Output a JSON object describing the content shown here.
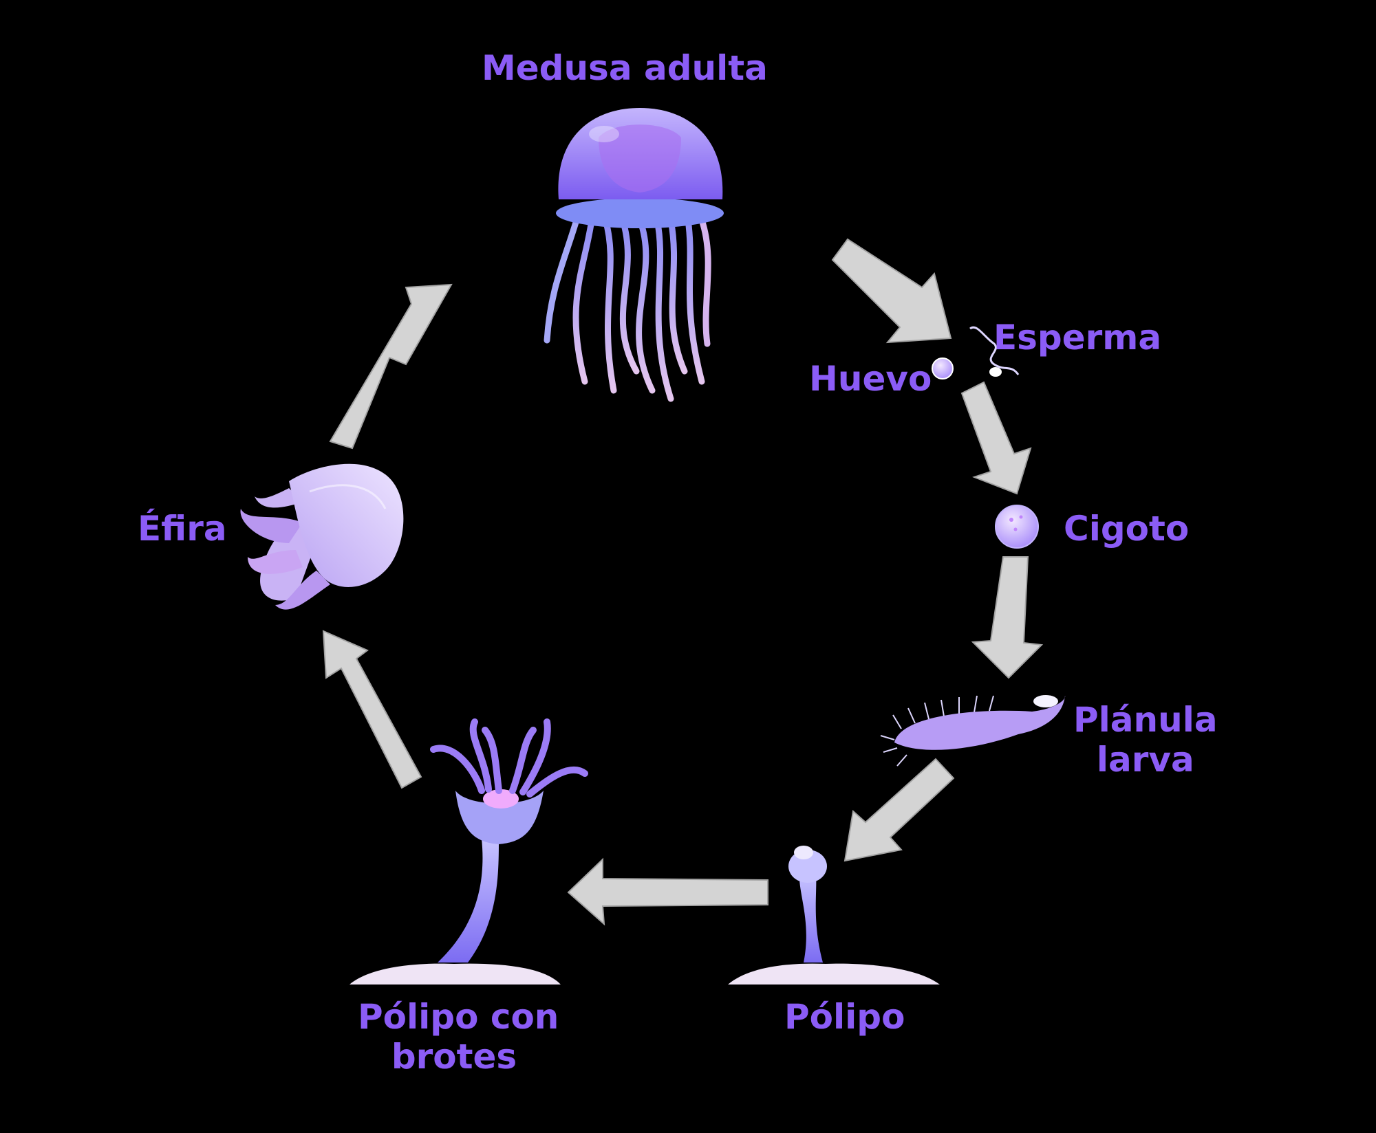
{
  "diagram": {
    "stages": {
      "medusa_adulta": "Medusa adulta",
      "esperma": "Esperma",
      "huevo": "Huevo",
      "cigoto": "Cigoto",
      "planula_line1": "Plánula",
      "planula_line2": "larva",
      "polipo": "Pólipo",
      "polipo_brotes_line1": "Pólipo con",
      "polipo_brotes_line2": "brotes",
      "efira": "Éfira"
    },
    "colors": {
      "background": "#000000",
      "label": "#8b5cf6",
      "arrow": "#d4d4d4",
      "jelly_light": "#c4b5fd",
      "jelly_dark": "#8b5cf6"
    }
  }
}
